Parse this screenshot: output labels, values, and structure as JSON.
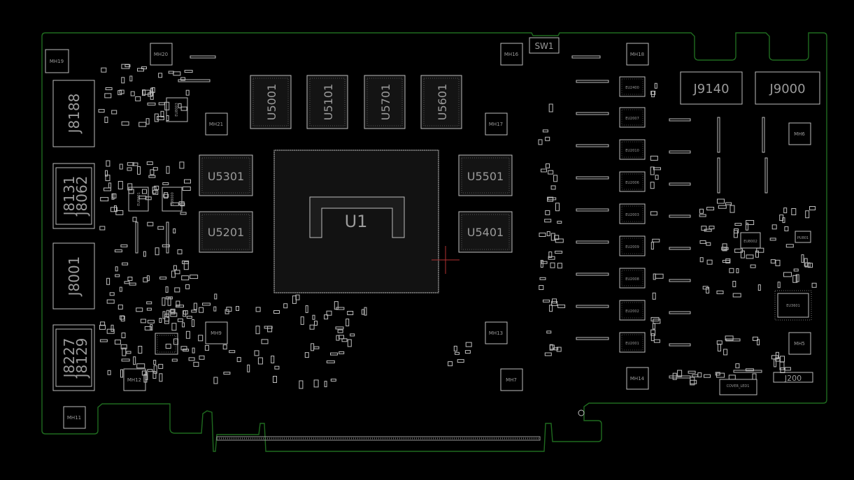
{
  "board": {
    "outline_color": "#1f6b1f",
    "component_color": "#bdbdbd",
    "label_color": "#9a9a9a",
    "cursor_color": "#b03030"
  },
  "memory_chips": {
    "top": [
      "U5001",
      "U5101",
      "U5701",
      "U5601"
    ],
    "left": [
      "U5301",
      "U5201"
    ],
    "right": [
      "U5501",
      "U5401"
    ]
  },
  "gpu": {
    "label": "U1"
  },
  "connectors": {
    "left": [
      "J8188",
      "J8131",
      "J8062",
      "J8001",
      "J8227",
      "J8129"
    ],
    "display": [
      "J9140",
      "J9000"
    ],
    "power": "J200",
    "switch": "SW1"
  },
  "mounting_holes": [
    "MH19",
    "MH20",
    "MH21",
    "MH16",
    "MH17",
    "MH18",
    "MH6",
    "MH9",
    "MH13",
    "MH7",
    "MH12",
    "MH11",
    "MH14",
    "MH5"
  ],
  "small_labels": {
    "vrm_chips": [
      "EU2400",
      "EU2007",
      "EU2010",
      "EU2006",
      "EU2003",
      "EU2009",
      "EU2008",
      "EU2002",
      "EU2001"
    ],
    "misc": [
      "EU8002",
      "PU801",
      "EU3601",
      "EU8001",
      "EU8000",
      "EU8003"
    ],
    "cover": "COVER_LED1"
  }
}
